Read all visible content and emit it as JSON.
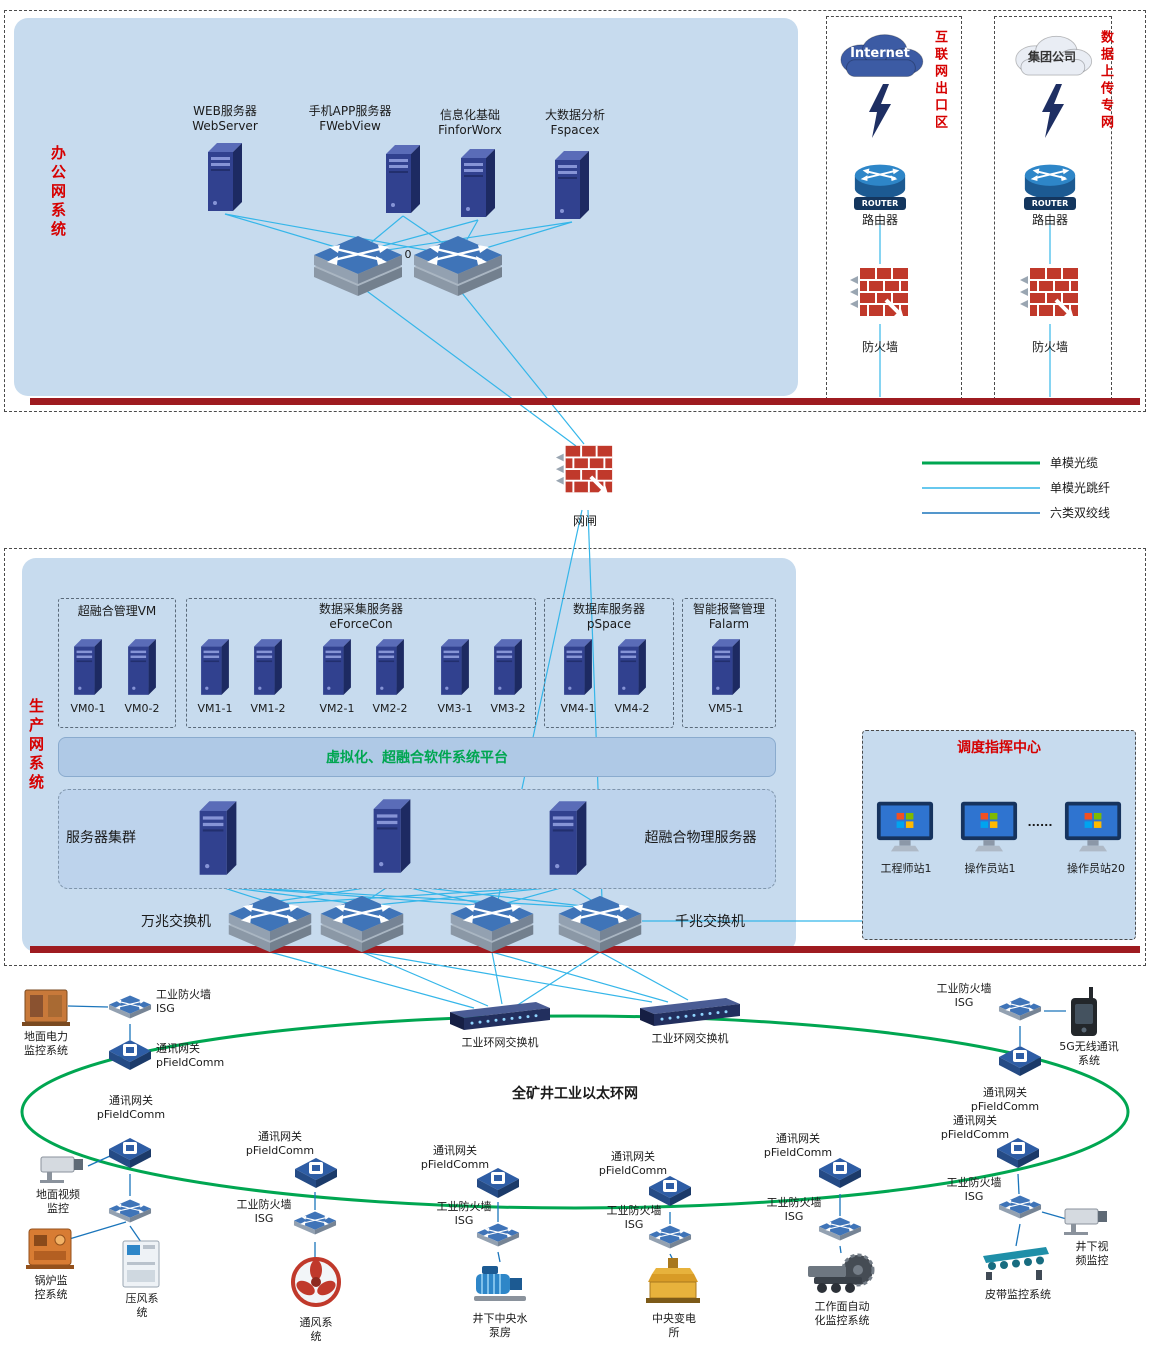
{
  "office": {
    "section_label": "办公网系统",
    "servers": [
      {
        "line1": "WEB服务器",
        "line2": "WebServer"
      },
      {
        "line1": "手机APP服务器",
        "line2": "FWebView"
      },
      {
        "line1": "信息化基础",
        "line2": "FinforWorx"
      },
      {
        "line1": "大数据分析",
        "line2": "Fspacex"
      }
    ],
    "switch_gap_label": "0"
  },
  "internet_zone": {
    "label": "互联网出口区",
    "cloud_label": "Internet",
    "router_badge": "ROUTER",
    "router_label": "路由器",
    "firewall_label": "防火墙"
  },
  "upload_zone": {
    "label": "数据上传专网",
    "cloud_label": "集团公司",
    "router_badge": "ROUTER",
    "router_label": "路由器",
    "firewall_label": "防火墙"
  },
  "isolation_gateway_label": "网闸",
  "legend": [
    {
      "label": "单模光缆",
      "color": "#00a651"
    },
    {
      "label": "单模光跳纤",
      "color": "#35b6e9"
    },
    {
      "label": "六类双绞线",
      "color": "#1b75bb"
    }
  ],
  "production": {
    "section_label": "生产网系统",
    "vm_groups": [
      {
        "title1": "超融合管理VM",
        "title2": "",
        "vms": [
          "VM0-1",
          "VM0-2"
        ]
      },
      {
        "title1": "数据采集服务器",
        "title2": "eForceCon",
        "vms": [
          "VM1-1",
          "VM1-2",
          "VM2-1",
          "VM2-2",
          "VM3-1",
          "VM3-2"
        ]
      },
      {
        "title1": "数据库服务器",
        "title2": "pSpace",
        "vms": [
          "VM4-1",
          "VM4-2"
        ]
      },
      {
        "title1": "智能报警管理",
        "title2": "Falarm",
        "vms": [
          "VM5-1"
        ]
      }
    ],
    "platform_label": "虚拟化、超融合软件系统平台",
    "cluster_label": "服务器集群",
    "physical_label": "超融合物理服务器",
    "switch_10g_label": "万兆交换机",
    "switch_1g_label": "千兆交换机"
  },
  "dispatch": {
    "title": "调度指挥中心",
    "stations": [
      "工程师站1",
      "操作员站1",
      "操作员站20"
    ],
    "ellipsis": "......"
  },
  "ring": {
    "label": "全矿井工业以太环网",
    "ring_switch_label": "工业环网交换机",
    "gw_label": {
      "line1": "通讯网关",
      "line2": "pFieldComm"
    },
    "fw_label": {
      "line1": "工业防火墙",
      "line2": "ISG"
    },
    "devices": {
      "ground_power": {
        "line1": "地面电力",
        "line2": "监控系统"
      },
      "ground_video": {
        "line1": "地面视频",
        "line2": "监控"
      },
      "boiler": {
        "line1": "锅炉监",
        "line2": "控系统"
      },
      "compressor": {
        "line1": "压风系",
        "line2": "统"
      },
      "fan": {
        "line1": "通风系",
        "line2": "统"
      },
      "pump": {
        "line1": "井下中央水",
        "line2": "泵房"
      },
      "substation": {
        "line1": "中央变电",
        "line2": "所"
      },
      "workface": {
        "line1": "工作面自动",
        "line2": "化监控系统"
      },
      "belt": {
        "line1": "皮带监控系统",
        "line2": ""
      },
      "underground_video": {
        "line1": "井下视",
        "line2": "频监控"
      },
      "g5": {
        "line1": "5G无线通讯",
        "line2": "系统"
      }
    }
  }
}
